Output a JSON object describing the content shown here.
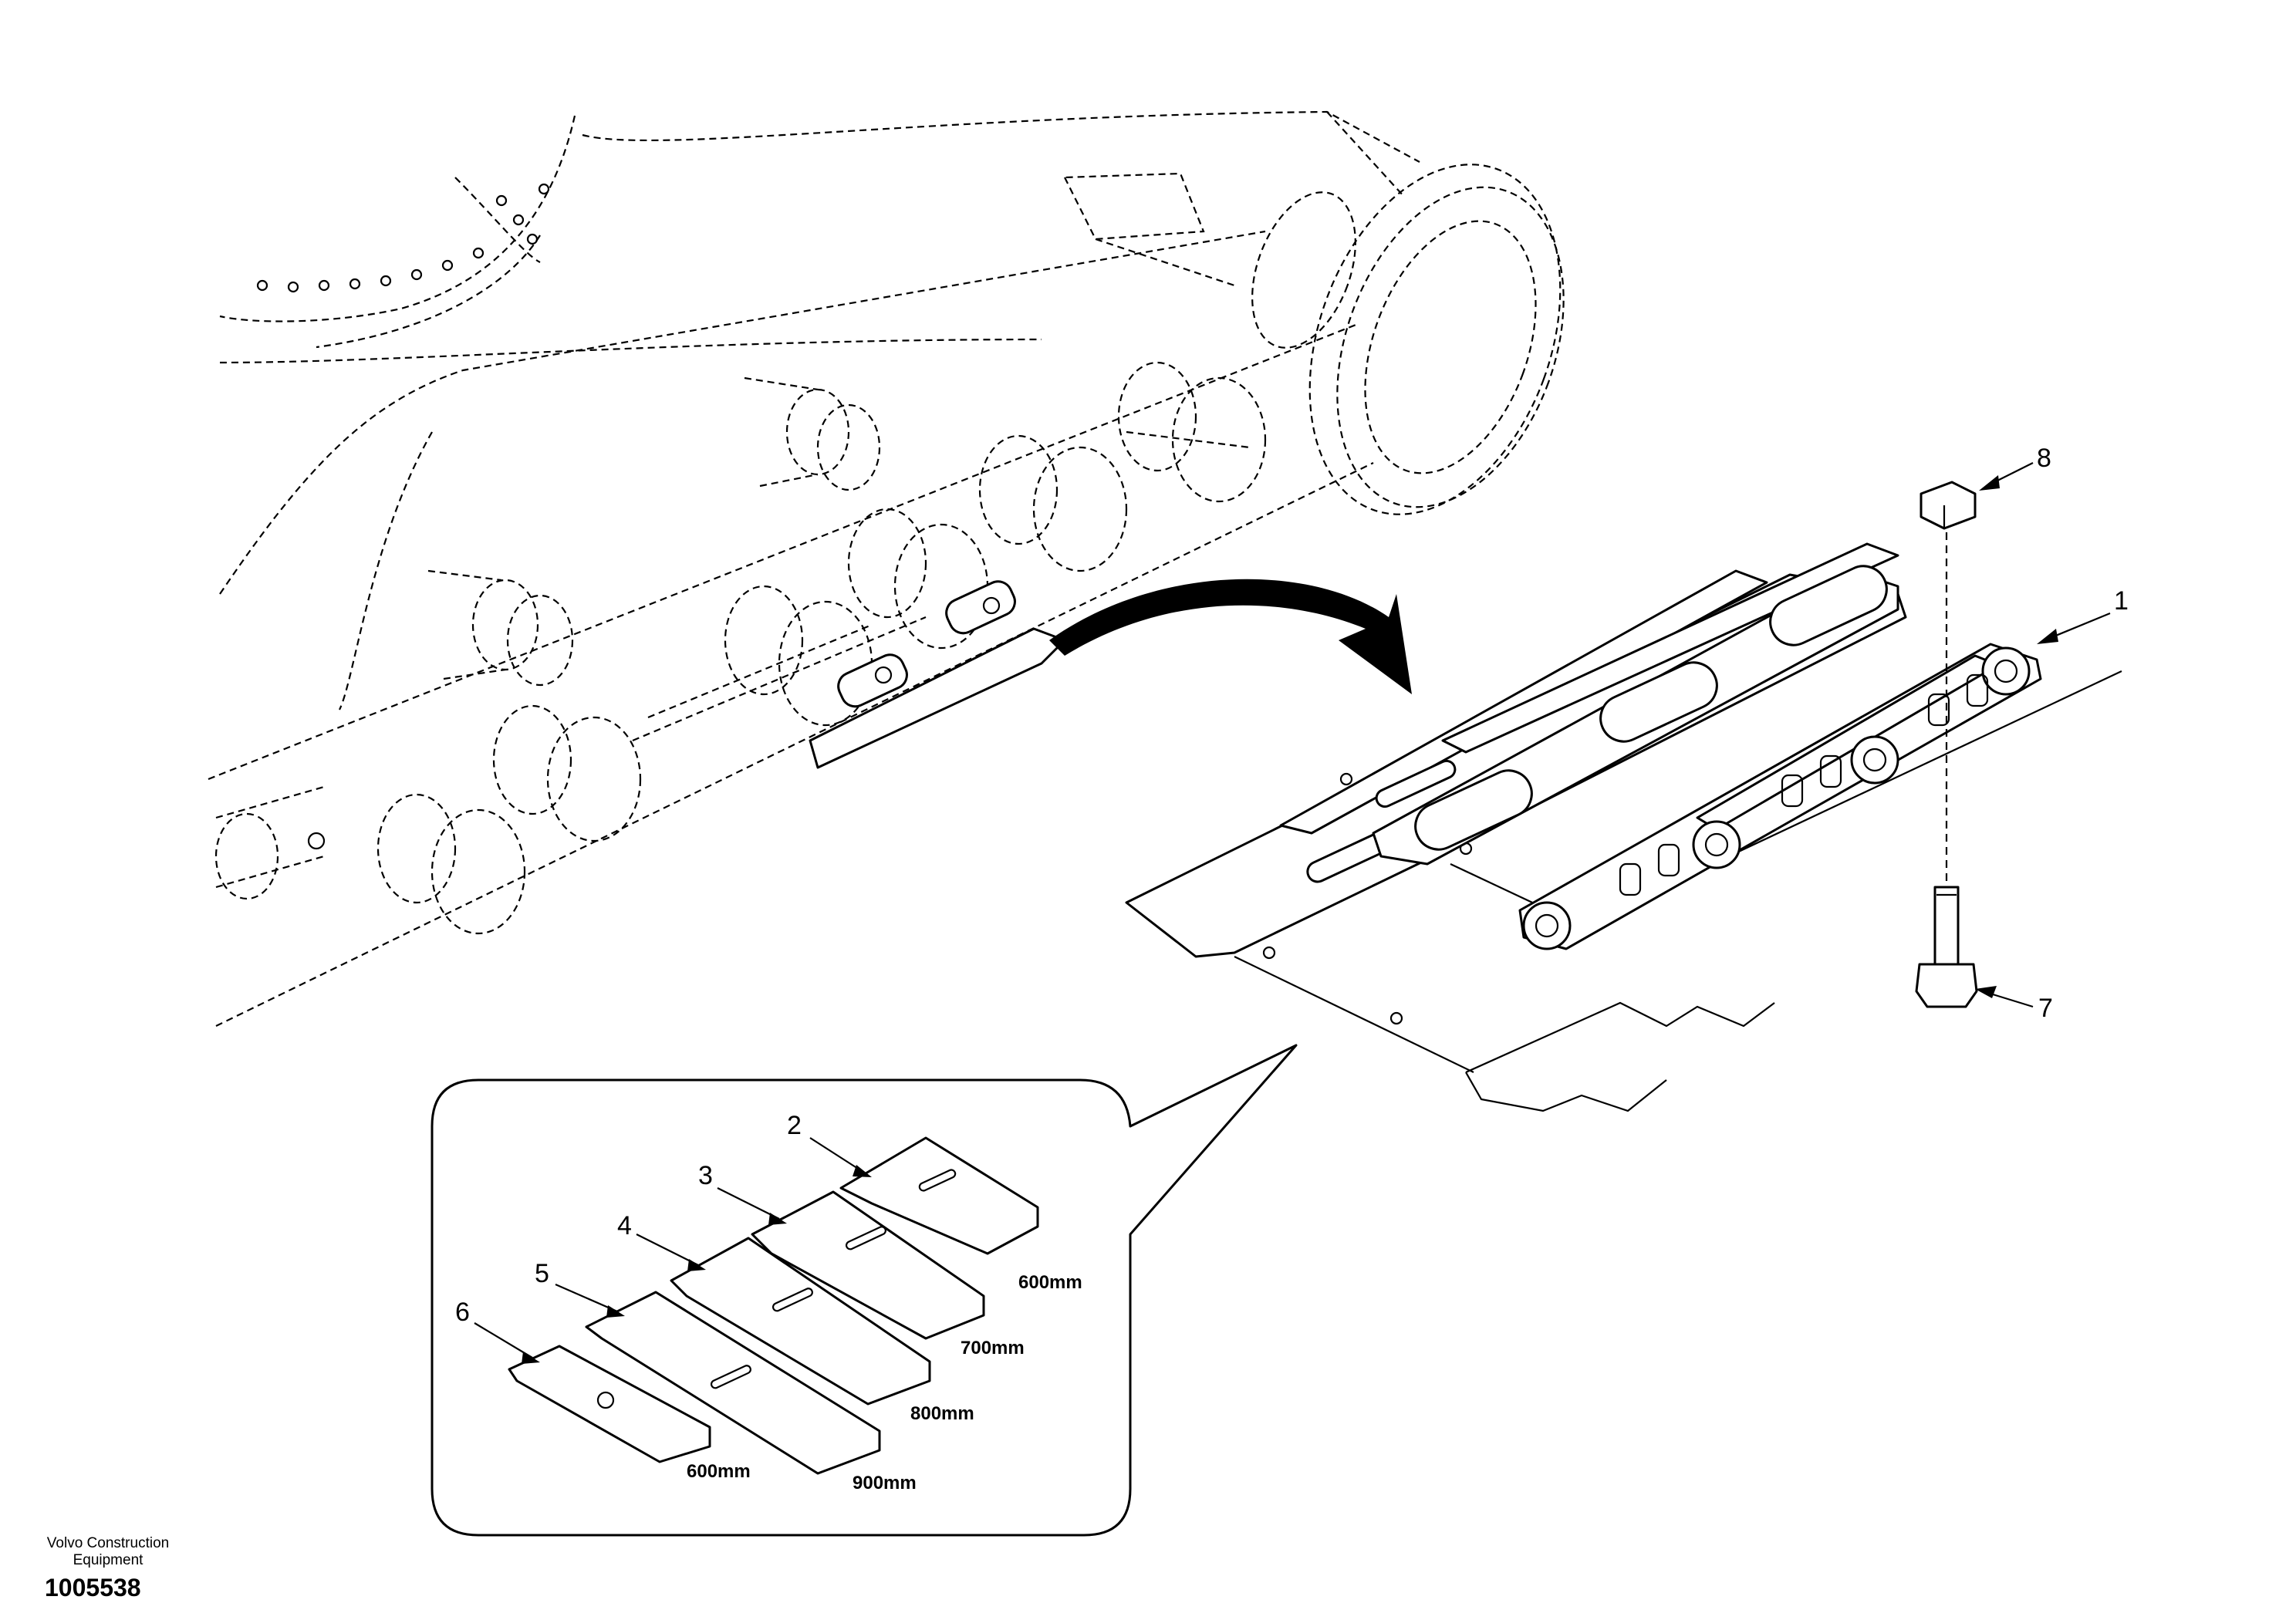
{
  "diagram": {
    "callouts": [
      {
        "id": 1,
        "label": "1"
      },
      {
        "id": 2,
        "label": "2"
      },
      {
        "id": 3,
        "label": "3"
      },
      {
        "id": 4,
        "label": "4"
      },
      {
        "id": 5,
        "label": "5"
      },
      {
        "id": 6,
        "label": "6"
      },
      {
        "id": 7,
        "label": "7"
      },
      {
        "id": 8,
        "label": "8"
      }
    ],
    "shoe_sizes": [
      {
        "for": "2",
        "text": "600mm"
      },
      {
        "for": "3",
        "text": "700mm"
      },
      {
        "for": "4",
        "text": "800mm"
      },
      {
        "for": "5",
        "text": "900mm"
      },
      {
        "for": "6",
        "text": "600mm"
      }
    ]
  },
  "footer": {
    "company": "Volvo Construction Equipment",
    "document_number": "1005538"
  }
}
